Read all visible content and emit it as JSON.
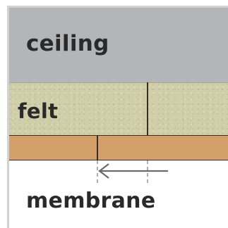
{
  "layers": {
    "ceiling": {
      "label": "ceiling",
      "color": "#b3b6b8"
    },
    "felt": {
      "label": "felt",
      "color": "#d0cfaa"
    },
    "wood": {
      "color": "#d4a06a"
    },
    "membrane": {
      "label": "membrane",
      "color": "#ffffff"
    }
  },
  "arrow": {
    "direction": "left",
    "color": "#6a6a6a"
  },
  "guides": {
    "style": "dashed",
    "color": "#7a7a7a"
  }
}
